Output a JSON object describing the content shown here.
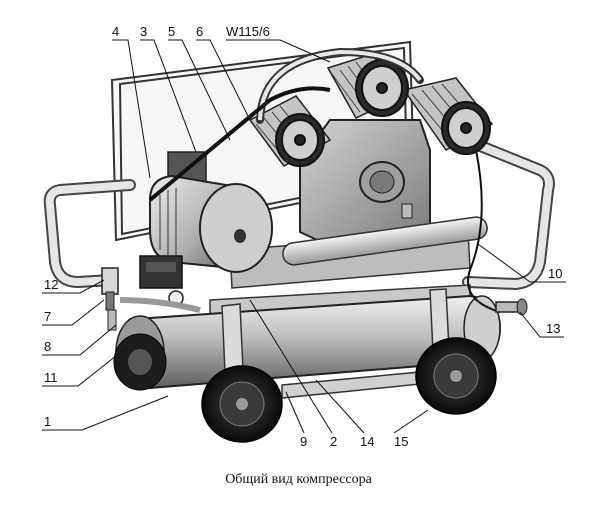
{
  "figure": {
    "caption": "Общий вид компрессора",
    "image_name": "air-compressor-drawing",
    "callouts": [
      "4",
      "3",
      "5",
      "6",
      "W115/6",
      "12",
      "7",
      "8",
      "11",
      "1",
      "9",
      "2",
      "14",
      "15",
      "10",
      "13"
    ]
  },
  "colors": {
    "ink": "#111111",
    "metal_light": "#d9d9d9",
    "metal_mid": "#a8a8a8",
    "metal_dark": "#5a5a5a",
    "tire": "#1a1a1a"
  }
}
